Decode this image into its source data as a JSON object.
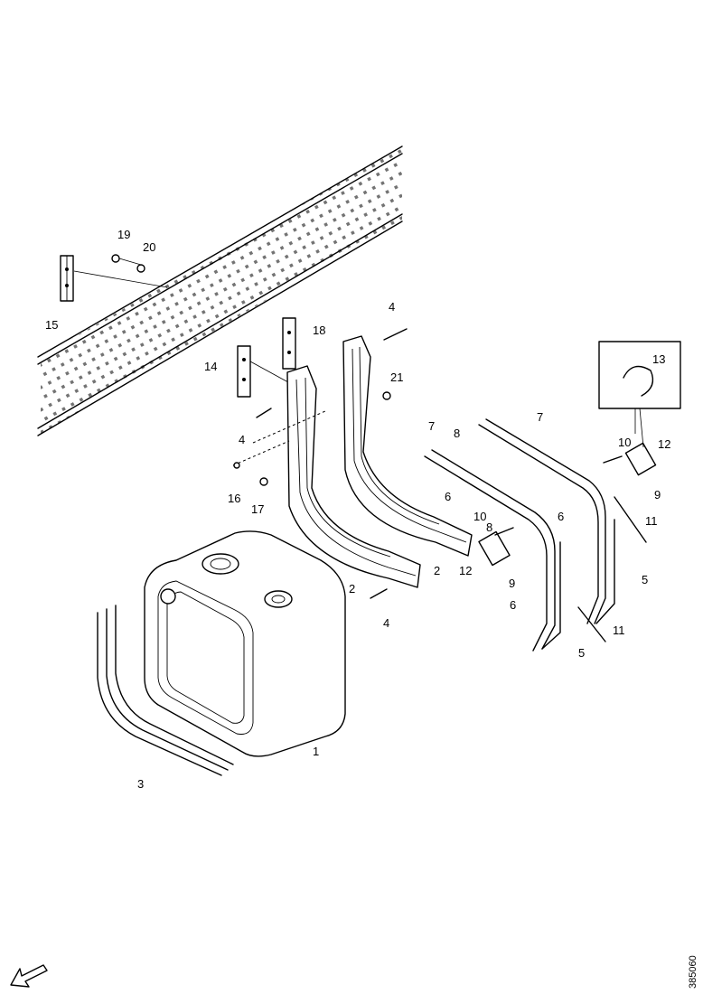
{
  "callouts": {
    "c1": "1",
    "c2a": "2",
    "c2b": "2",
    "c3": "3",
    "c4a": "4",
    "c4b": "4",
    "c4c": "4",
    "c5a": "5",
    "c5b": "5",
    "c6a": "6",
    "c6b": "6",
    "c6c": "6",
    "c7a": "7",
    "c7b": "7",
    "c8a": "8",
    "c8b": "8",
    "c9a": "9",
    "c9b": "9",
    "c10a": "10",
    "c10b": "10",
    "c11a": "11",
    "c11b": "11",
    "c12a": "12",
    "c12b": "12",
    "c13": "13",
    "c14": "14",
    "c15": "15",
    "c16": "16",
    "c17": "17",
    "c18": "18",
    "c19": "19",
    "c20": "20",
    "c21": "21"
  },
  "document_id": "385060"
}
